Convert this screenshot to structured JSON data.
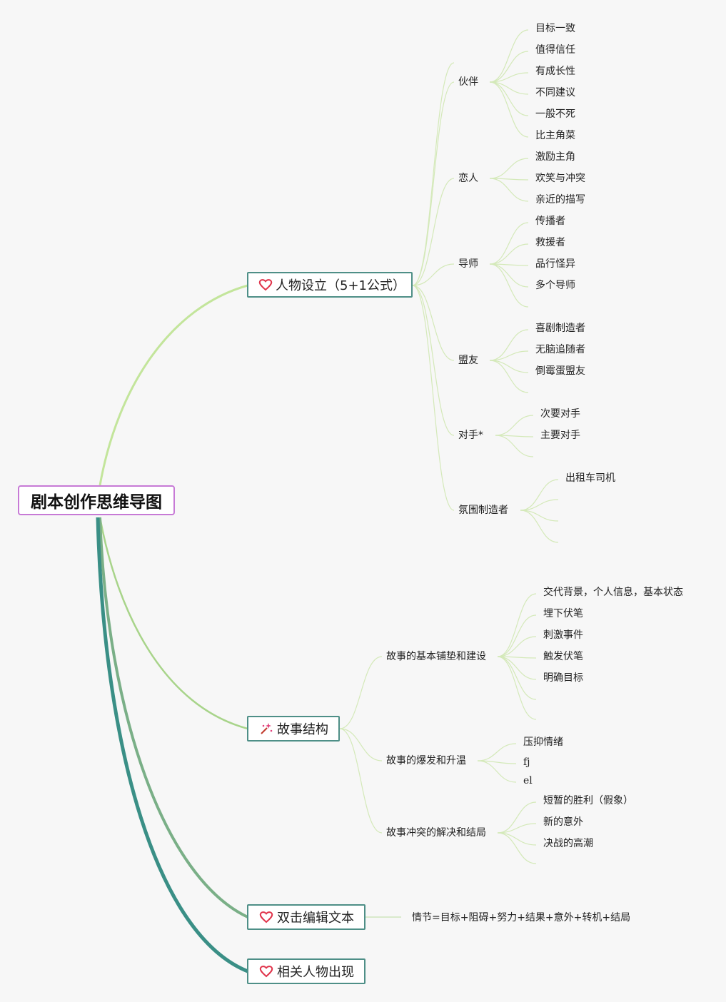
{
  "title": "剧本创作思维导图",
  "branches": {
    "characters": {
      "label": "人物设立（5+1公式）",
      "icon": "heart-icon",
      "groups": {
        "partner": {
          "label": "伙伴",
          "items": [
            "目标一致",
            "值得信任",
            "有成长性",
            "不同建议",
            "一般不死",
            "比主角菜"
          ]
        },
        "lover": {
          "label": "恋人",
          "items": [
            "激励主角",
            "欢笑与冲突",
            "亲近的描写"
          ]
        },
        "mentor": {
          "label": "导师",
          "items": [
            "传播者",
            "救援者",
            "品行怪异",
            "多个导师"
          ]
        },
        "ally": {
          "label": "盟友",
          "items": [
            "喜剧制造者",
            "无脑追随者",
            "倒霉蛋盟友"
          ]
        },
        "rival": {
          "label": "对手*",
          "items": [
            "次要对手",
            "主要对手"
          ]
        },
        "atmos": {
          "label": "氛围制造者",
          "items": [
            "出租车司机"
          ]
        }
      }
    },
    "structure": {
      "label": "故事结构",
      "icon": "magic-wand-icon",
      "groups": {
        "setup": {
          "label": "故事的基本铺垫和建设",
          "items": [
            "交代背景，个人信息，基本状态",
            "埋下伏笔",
            "刺激事件",
            "触发伏笔",
            "明确目标"
          ]
        },
        "rise": {
          "label": "故事的爆发和升温",
          "items": [
            "压抑情绪",
            "fj",
            "el"
          ]
        },
        "resolve": {
          "label": "故事冲突的解决和结局",
          "items": [
            "短暂的胜利（假象）",
            "新的意外",
            "决战的高潮"
          ]
        }
      }
    },
    "edit": {
      "label": "双击编辑文本",
      "icon": "heart-icon",
      "note": "情节=目标+阻碍+努力+结果+意外+转机+结局"
    },
    "related": {
      "label": "相关人物出现",
      "icon": "heart-icon"
    }
  },
  "colors": {
    "root_border": "#c77ad6",
    "main_border": "#4e8f87",
    "light_line": "#c3e59b",
    "thin_line": "#d7ebbf",
    "teal": "#3a8f86",
    "mid_green": "#7aaf87",
    "heart": "#e0344b"
  }
}
